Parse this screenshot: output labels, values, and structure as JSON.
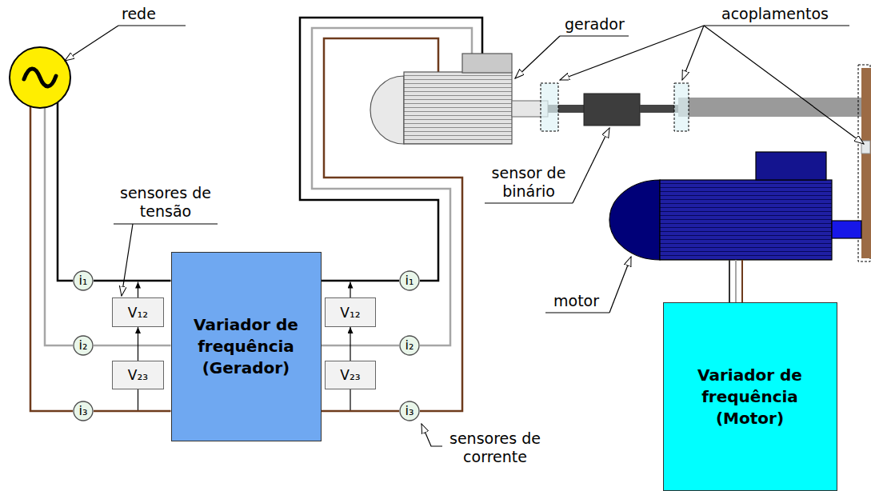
{
  "diagram": {
    "nodes": [
      {
        "text": [
          "i₁"
        ]
      },
      {
        "text": [
          "V₁₂"
        ]
      },
      {
        "text": [
          "i₂"
        ]
      },
      {
        "text": [
          "V₂₃"
        ]
      },
      {
        "text": [
          "i₃"
        ]
      },
      {
        "text": [
          "Variador de frequência (Gerador)"
        ]
      },
      {
        "text": [
          "V₁₂"
        ]
      },
      {
        "text": [
          "i₁"
        ]
      },
      {
        "text": [
          "i₂"
        ]
      },
      {
        "text": [
          "V₂₃"
        ]
      },
      {
        "text": [
          "i₃"
        ]
      },
      {
        "text": [
          "Variador de frequência (Motor)"
        ]
      }
    ],
    "edges": [
      {
        "from": 0,
        "to": 5,
        "arrow": "none"
      },
      {
        "from": 2,
        "to": 5,
        "arrow": "none"
      },
      {
        "from": 4,
        "to": 5,
        "arrow": "none"
      },
      {
        "from": 5,
        "to": 7,
        "arrow": "none"
      },
      {
        "from": 5,
        "to": 8,
        "arrow": "none"
      },
      {
        "from": 5,
        "to": 10,
        "arrow": "none"
      },
      {
        "from": 3,
        "to": 1,
        "arrow": "to"
      },
      {
        "from": 9,
        "to": 6,
        "arrow": "to"
      }
    ],
    "labels": [
      "rede",
      "acoplamentos",
      "gerador",
      "sensor de binário",
      "sensores de tensão",
      "motor",
      "sensores de corrente"
    ]
  }
}
